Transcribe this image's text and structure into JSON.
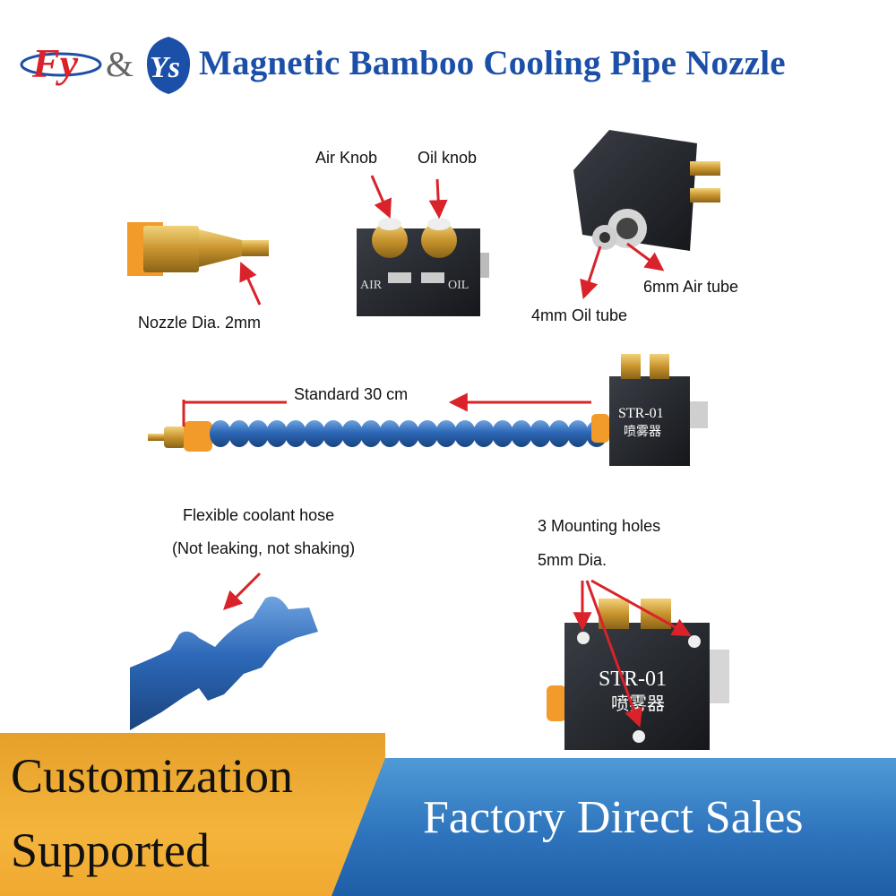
{
  "header": {
    "logo_left_text": "Fy",
    "ampersand": "&",
    "logo_right_text": "Ys",
    "title": "Magnetic Bamboo Cooling Pipe Nozzle"
  },
  "labels": {
    "air_knob": "Air Knob",
    "oil_knob": "Oil knob",
    "nozzle_dia": "Nozzle Dia. 2mm",
    "air_tube": "6mm Air tube",
    "oil_tube": "4mm Oil tube",
    "standard_length": "Standard 30 cm",
    "flexible_hose": "Flexible coolant hose",
    "not_leaking": "(Not leaking, not shaking)",
    "mounting_holes": "3 Mounting holes",
    "hole_dia": "5mm Dia."
  },
  "device_text": {
    "air_mark": "AIR",
    "oil_mark": "OIL",
    "model": "STR-01",
    "chinese": "喷雾器"
  },
  "footer": {
    "customization_line1": "Customization",
    "customization_line2": "Supported",
    "factory": "Factory Direct Sales"
  },
  "colors": {
    "title_blue": "#1b4fa8",
    "hose_blue": "#2d68b7",
    "orange_fitting": "#f29a2a",
    "brass": "#d3a33c",
    "arrow_red": "#d9222a",
    "footer_orange": "#f4b53c",
    "footer_blue": "#2e74bd"
  }
}
